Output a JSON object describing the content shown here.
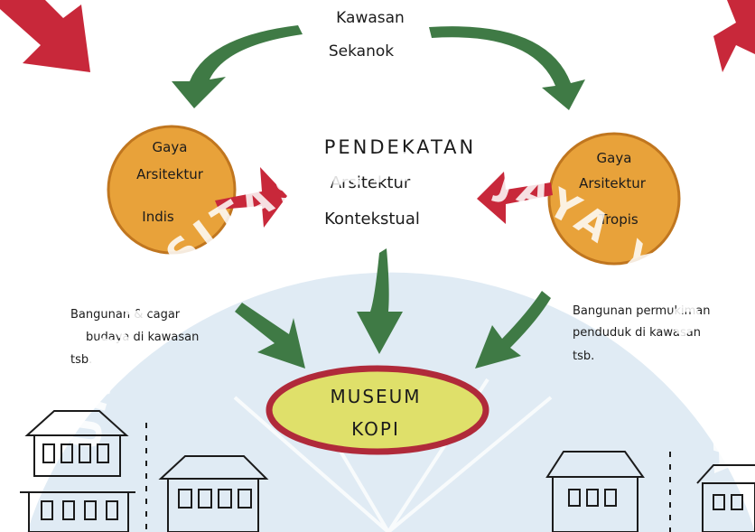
{
  "diagram": {
    "top_label": [
      "Kawasan",
      "Sekanok"
    ],
    "center_label": [
      "PENDEKATAN",
      "Arsitektur",
      "Kontekstual"
    ],
    "left_circle": [
      "Gaya",
      "Arsitektur",
      "Indis"
    ],
    "right_circle": [
      "Gaya",
      "Arsitektur",
      "Tropis"
    ],
    "left_note": [
      "Bangunan & cagar",
      "budaya di kawasan",
      "tsb."
    ],
    "right_note": [
      "Bangunan permukiman",
      "penduduk di kawasan",
      "tsb."
    ],
    "museum_label": [
      "MUSEUM",
      "KOPI"
    ],
    "watermark": "UNIVERSITAS ATMA JAYA YOGYAKARTA"
  },
  "colors": {
    "green_arrow": "#3f7a45",
    "red_arrow": "#c8283a",
    "orange_circle": "#e8a23a",
    "museum_fill": "#dfe06a",
    "museum_border": "#b02a3a",
    "watermark_bg": "#cfe0ee"
  }
}
